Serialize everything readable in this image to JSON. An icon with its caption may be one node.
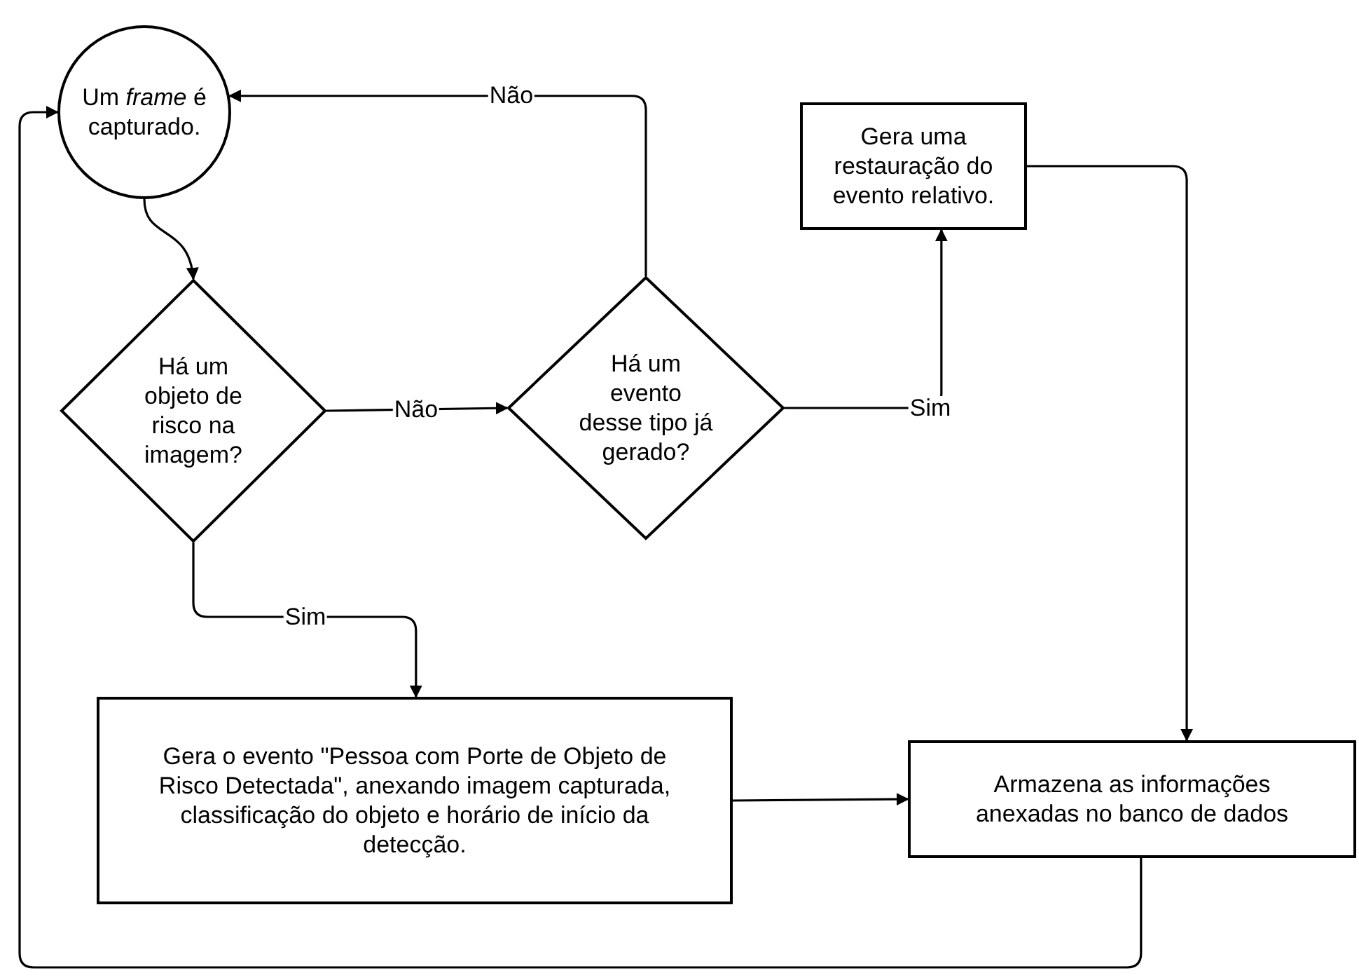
{
  "diagram": {
    "nodes": [
      {
        "text": [
          "Um *frame* é capturado."
        ]
      },
      {
        "text": [
          "Há um objeto de risco na imagem?"
        ]
      },
      {
        "text": [
          "Há um evento desse tipo já gerado?"
        ]
      },
      {
        "text": [
          "Gera uma restauração do evento relativo."
        ]
      },
      {
        "text": [
          "Gera o evento \"Pessoa com Porte de Objeto de Risco Detectada\", anexando imagem capturada, classificação do objeto e horário de início da detecção."
        ]
      },
      {
        "text": [
          "Armazena as informações anexadas no banco de dados"
        ]
      }
    ],
    "edges": [
      {
        "from": 0,
        "to": 1,
        "arrow": "to"
      },
      {
        "from": 1,
        "to": 2,
        "arrow": "to",
        "label": "Não"
      },
      {
        "from": 1,
        "to": 4,
        "arrow": "to",
        "label": "Sim"
      },
      {
        "from": 2,
        "to": 0,
        "arrow": "to",
        "label": "Não"
      },
      {
        "from": 2,
        "to": 3,
        "arrow": "to",
        "label": "Sim"
      },
      {
        "from": 3,
        "to": 5,
        "arrow": "to"
      },
      {
        "from": 4,
        "to": 5,
        "arrow": "to"
      },
      {
        "from": 5,
        "to": 0,
        "arrow": "to"
      }
    ]
  }
}
